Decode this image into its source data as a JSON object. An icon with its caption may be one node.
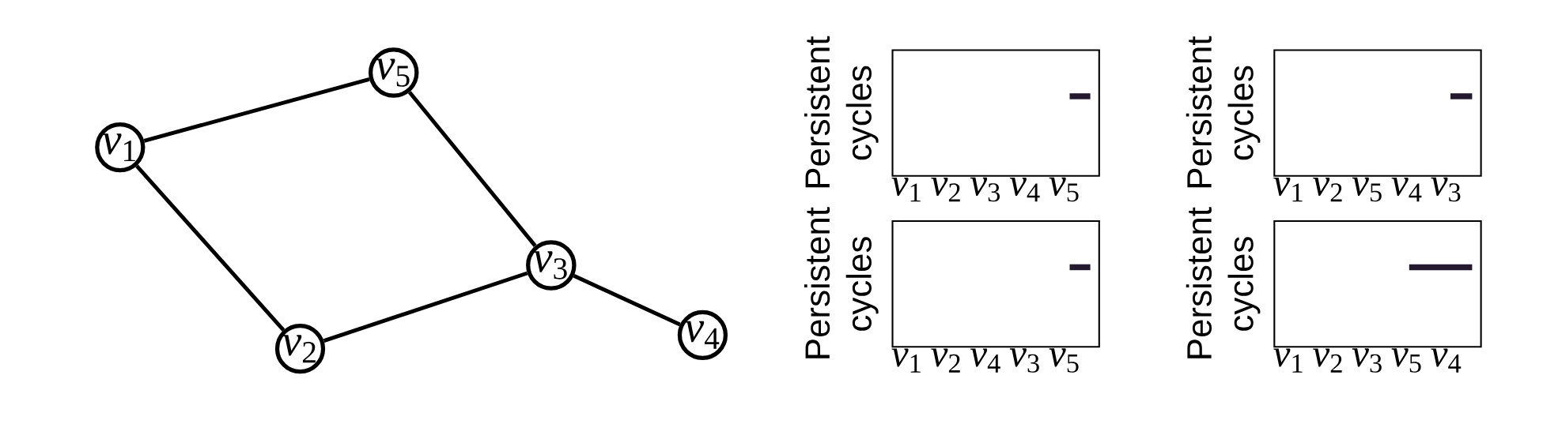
{
  "diagram": {
    "nodes": [
      {
        "text": [
          "*v*$_{1}$"
        ]
      },
      {
        "text": [
          "*v*$_{5}$"
        ]
      },
      {
        "text": [
          "*v*$_{3}$"
        ]
      },
      {
        "text": [
          "*v*$_{2}$"
        ]
      },
      {
        "text": [
          "*v*$_{4}$"
        ]
      }
    ],
    "edges": [
      {
        "from": 0,
        "to": 1,
        "arrow": "none"
      },
      {
        "from": 0,
        "to": 3,
        "arrow": "none"
      },
      {
        "from": 1,
        "to": 2,
        "arrow": "none"
      },
      {
        "from": 3,
        "to": 2,
        "arrow": "none"
      },
      {
        "from": 2,
        "to": 4,
        "arrow": "none"
      }
    ],
    "labels": [
      "Persistent cycles",
      "*v*$_{1}$",
      "*v*$_{2}$",
      "*v*$_{3}$",
      "*v*$_{4}$",
      "*v*$_{5}$",
      "Persistent cycles",
      "*v*$_{1}$",
      "*v*$_{2}$",
      "*v*$_{5}$",
      "*v*$_{4}$",
      "*v*$_{3}$",
      "Persistent cycles",
      "*v*$_{1}$",
      "*v*$_{2}$",
      "*v*$_{4}$",
      "*v*$_{3}$",
      "*v*$_{5}$",
      "Persistent cycles",
      "*v*$_{1}$",
      "*v*$_{2}$",
      "*v*$_{3}$",
      "*v*$_{5}$",
      "*v*$_{4}$"
    ]
  }
}
